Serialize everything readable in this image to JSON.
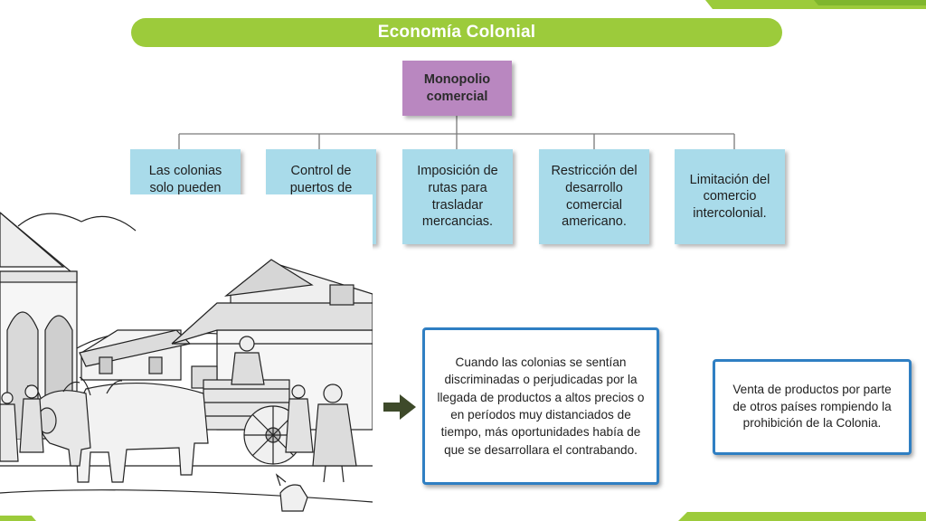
{
  "title": "Economía Colonial",
  "root": "Monopolio comercial",
  "branches": [
    "Las colonias solo pueden comerciar con la metrópoli.",
    "Control de puertos de salida y de llegada.",
    "Imposición de rutas para trasladar mercancias.",
    "Restricción del desarrollo comercial americano.",
    "Limitación del comercio intercolonial."
  ],
  "note_main": "Cuando las colonias se sentían discriminadas o perjudicadas por la llegada de productos a altos precios o en períodos muy distanciados de tiempo, más oportunidades había de que se desarrollara el contrabando.",
  "note_side": "Venta de productos por parte de otros países rompiendo la prohibición de la Colonia.",
  "colors": {
    "title_bar": "#9ccb3b",
    "root_box": "#b987c0",
    "branch_box": "#a9dbea",
    "note_border": "#2f7fc3",
    "arrow": "#3e4a2a"
  },
  "illustration_icon": "colonial-street-ox-cart-illustration",
  "arrow_icon": "right-arrow-icon"
}
